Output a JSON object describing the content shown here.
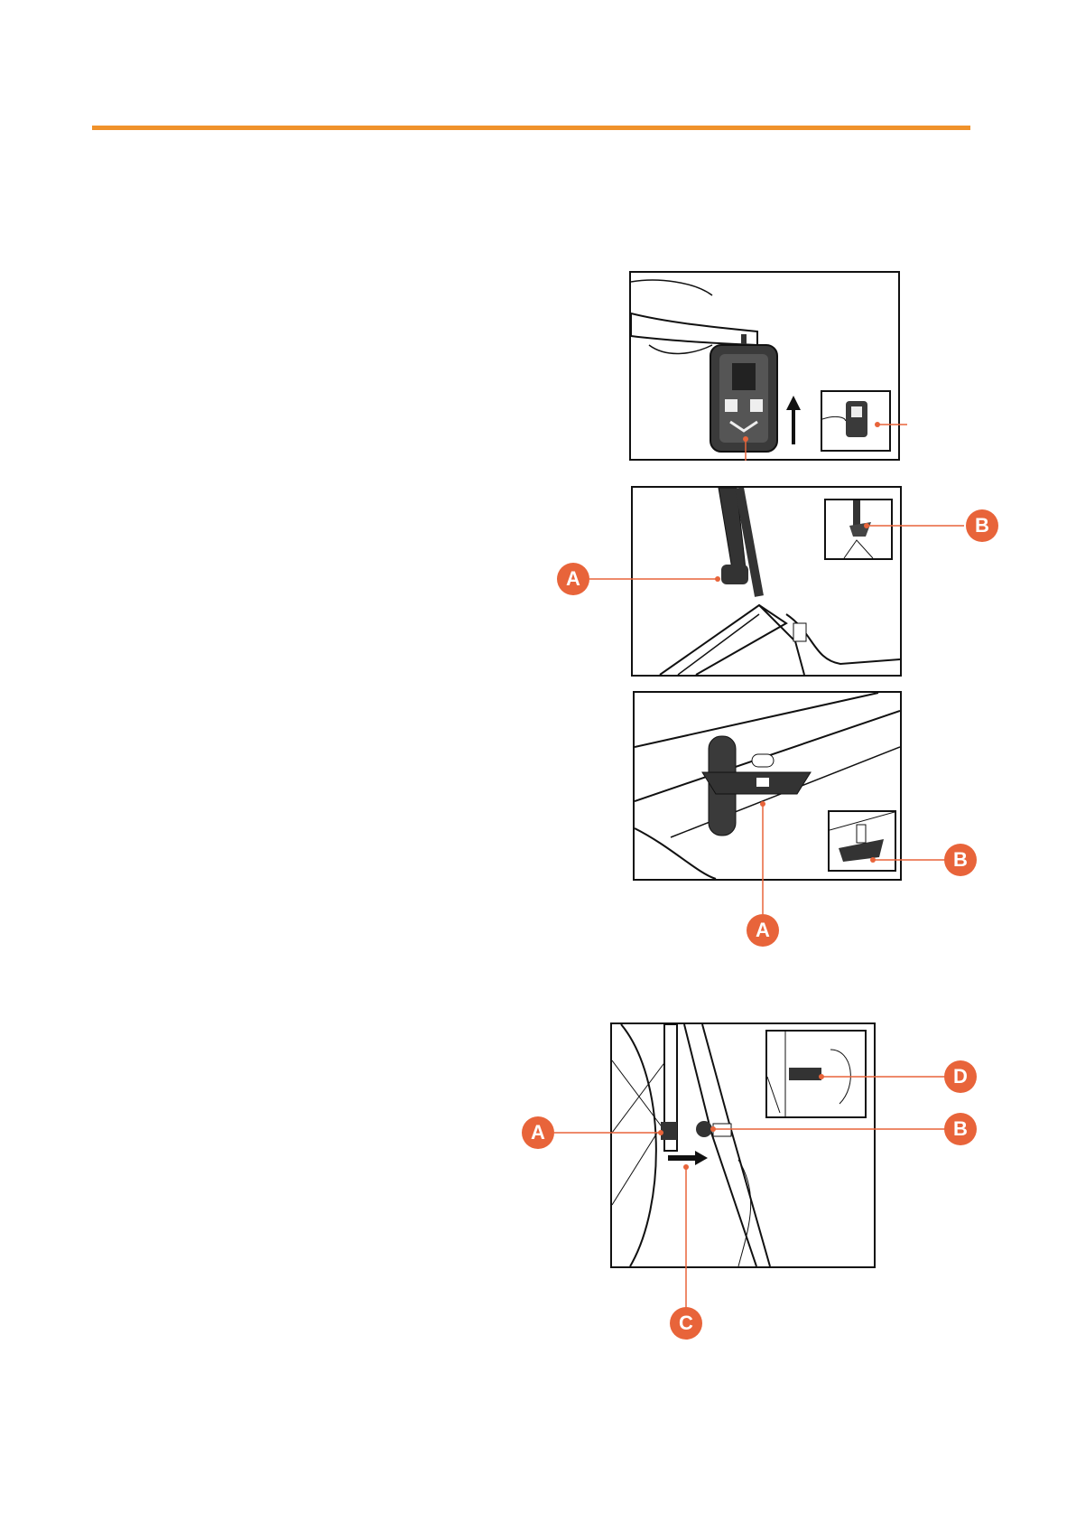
{
  "theme": {
    "accent": "#f0922b",
    "callout": "#e8643a"
  },
  "figures": [
    {
      "id": "pedal",
      "callouts": []
    },
    {
      "id": "folding-latch",
      "callouts": [
        {
          "letter": "A"
        },
        {
          "letter": "B"
        }
      ]
    },
    {
      "id": "frame-hinge",
      "callouts": [
        {
          "letter": "A"
        },
        {
          "letter": "B"
        }
      ]
    },
    {
      "id": "wheel-magnet",
      "callouts": [
        {
          "letter": "A"
        },
        {
          "letter": "B"
        },
        {
          "letter": "C"
        },
        {
          "letter": "D"
        }
      ]
    }
  ]
}
